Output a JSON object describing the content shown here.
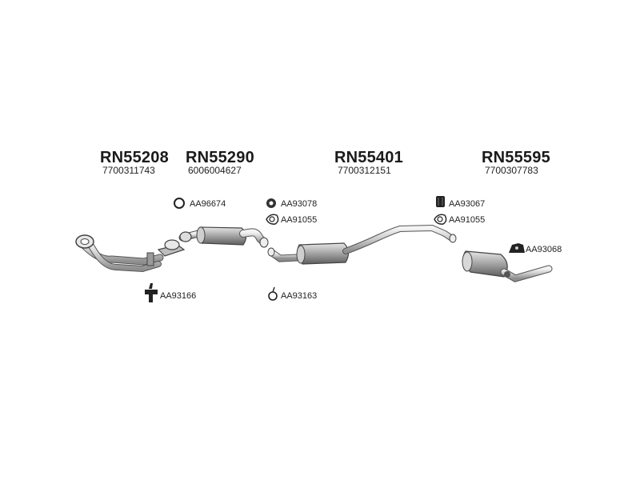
{
  "parts": [
    {
      "code": "RN55208",
      "oem": "7700311743"
    },
    {
      "code": "RN55290",
      "oem": "6006004627"
    },
    {
      "code": "RN55401",
      "oem": "7700312151"
    },
    {
      "code": "RN55595",
      "oem": "7700307783"
    }
  ],
  "accessories": [
    {
      "code": "AA96674",
      "icon": "ring-gasket-icon"
    },
    {
      "code": "AA93078",
      "icon": "rubber-ring-icon"
    },
    {
      "code": "AA91055",
      "icon": "clamp-icon"
    },
    {
      "code": "AA93163",
      "icon": "hanger-icon"
    },
    {
      "code": "AA93166",
      "icon": "mount-bracket-icon"
    },
    {
      "code": "AA93067",
      "icon": "rubber-block-icon"
    },
    {
      "code": "AA91055",
      "icon": "clamp-icon"
    },
    {
      "code": "AA93068",
      "icon": "rubber-mount-icon"
    }
  ]
}
